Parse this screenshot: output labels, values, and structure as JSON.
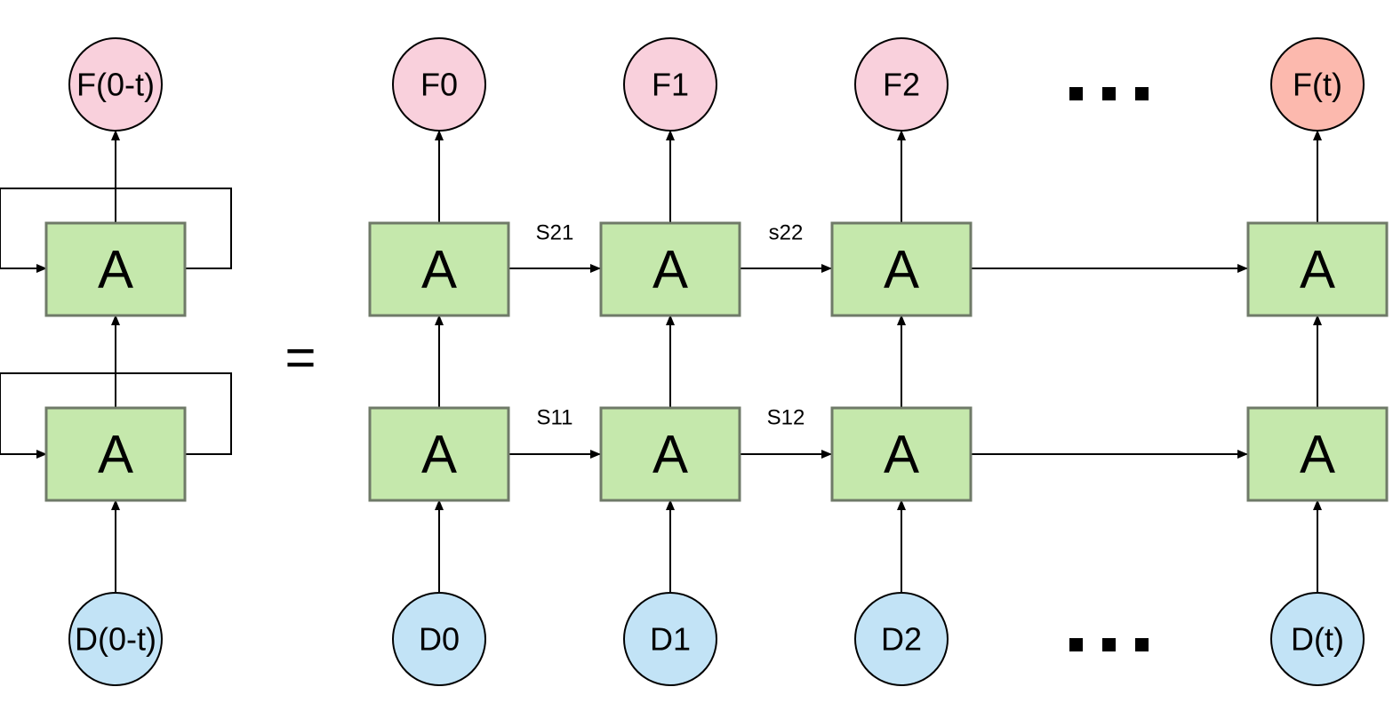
{
  "colors": {
    "cell_fill": "#c5e8ac",
    "cell_stroke": "#6f7a68",
    "output_fill": "#f9d0dc",
    "final_output_fill": "#fcb9ae",
    "input_fill": "#c2e3f6",
    "line": "#000000"
  },
  "rolled": {
    "output": "F(0-t)",
    "input": "D(0-t)",
    "top_cell": "A",
    "bottom_cell": "A"
  },
  "equals": "=",
  "unrolled": {
    "outputs": [
      "F0",
      "F1",
      "F2",
      "F(t)"
    ],
    "inputs": [
      "D0",
      "D1",
      "D2",
      "D(t)"
    ],
    "top_cells": [
      "A",
      "A",
      "A",
      "A"
    ],
    "bottom_cells": [
      "A",
      "A",
      "A",
      "A"
    ],
    "top_states": [
      "S21",
      "s22"
    ],
    "bottom_states": [
      "S11",
      "S12"
    ]
  }
}
